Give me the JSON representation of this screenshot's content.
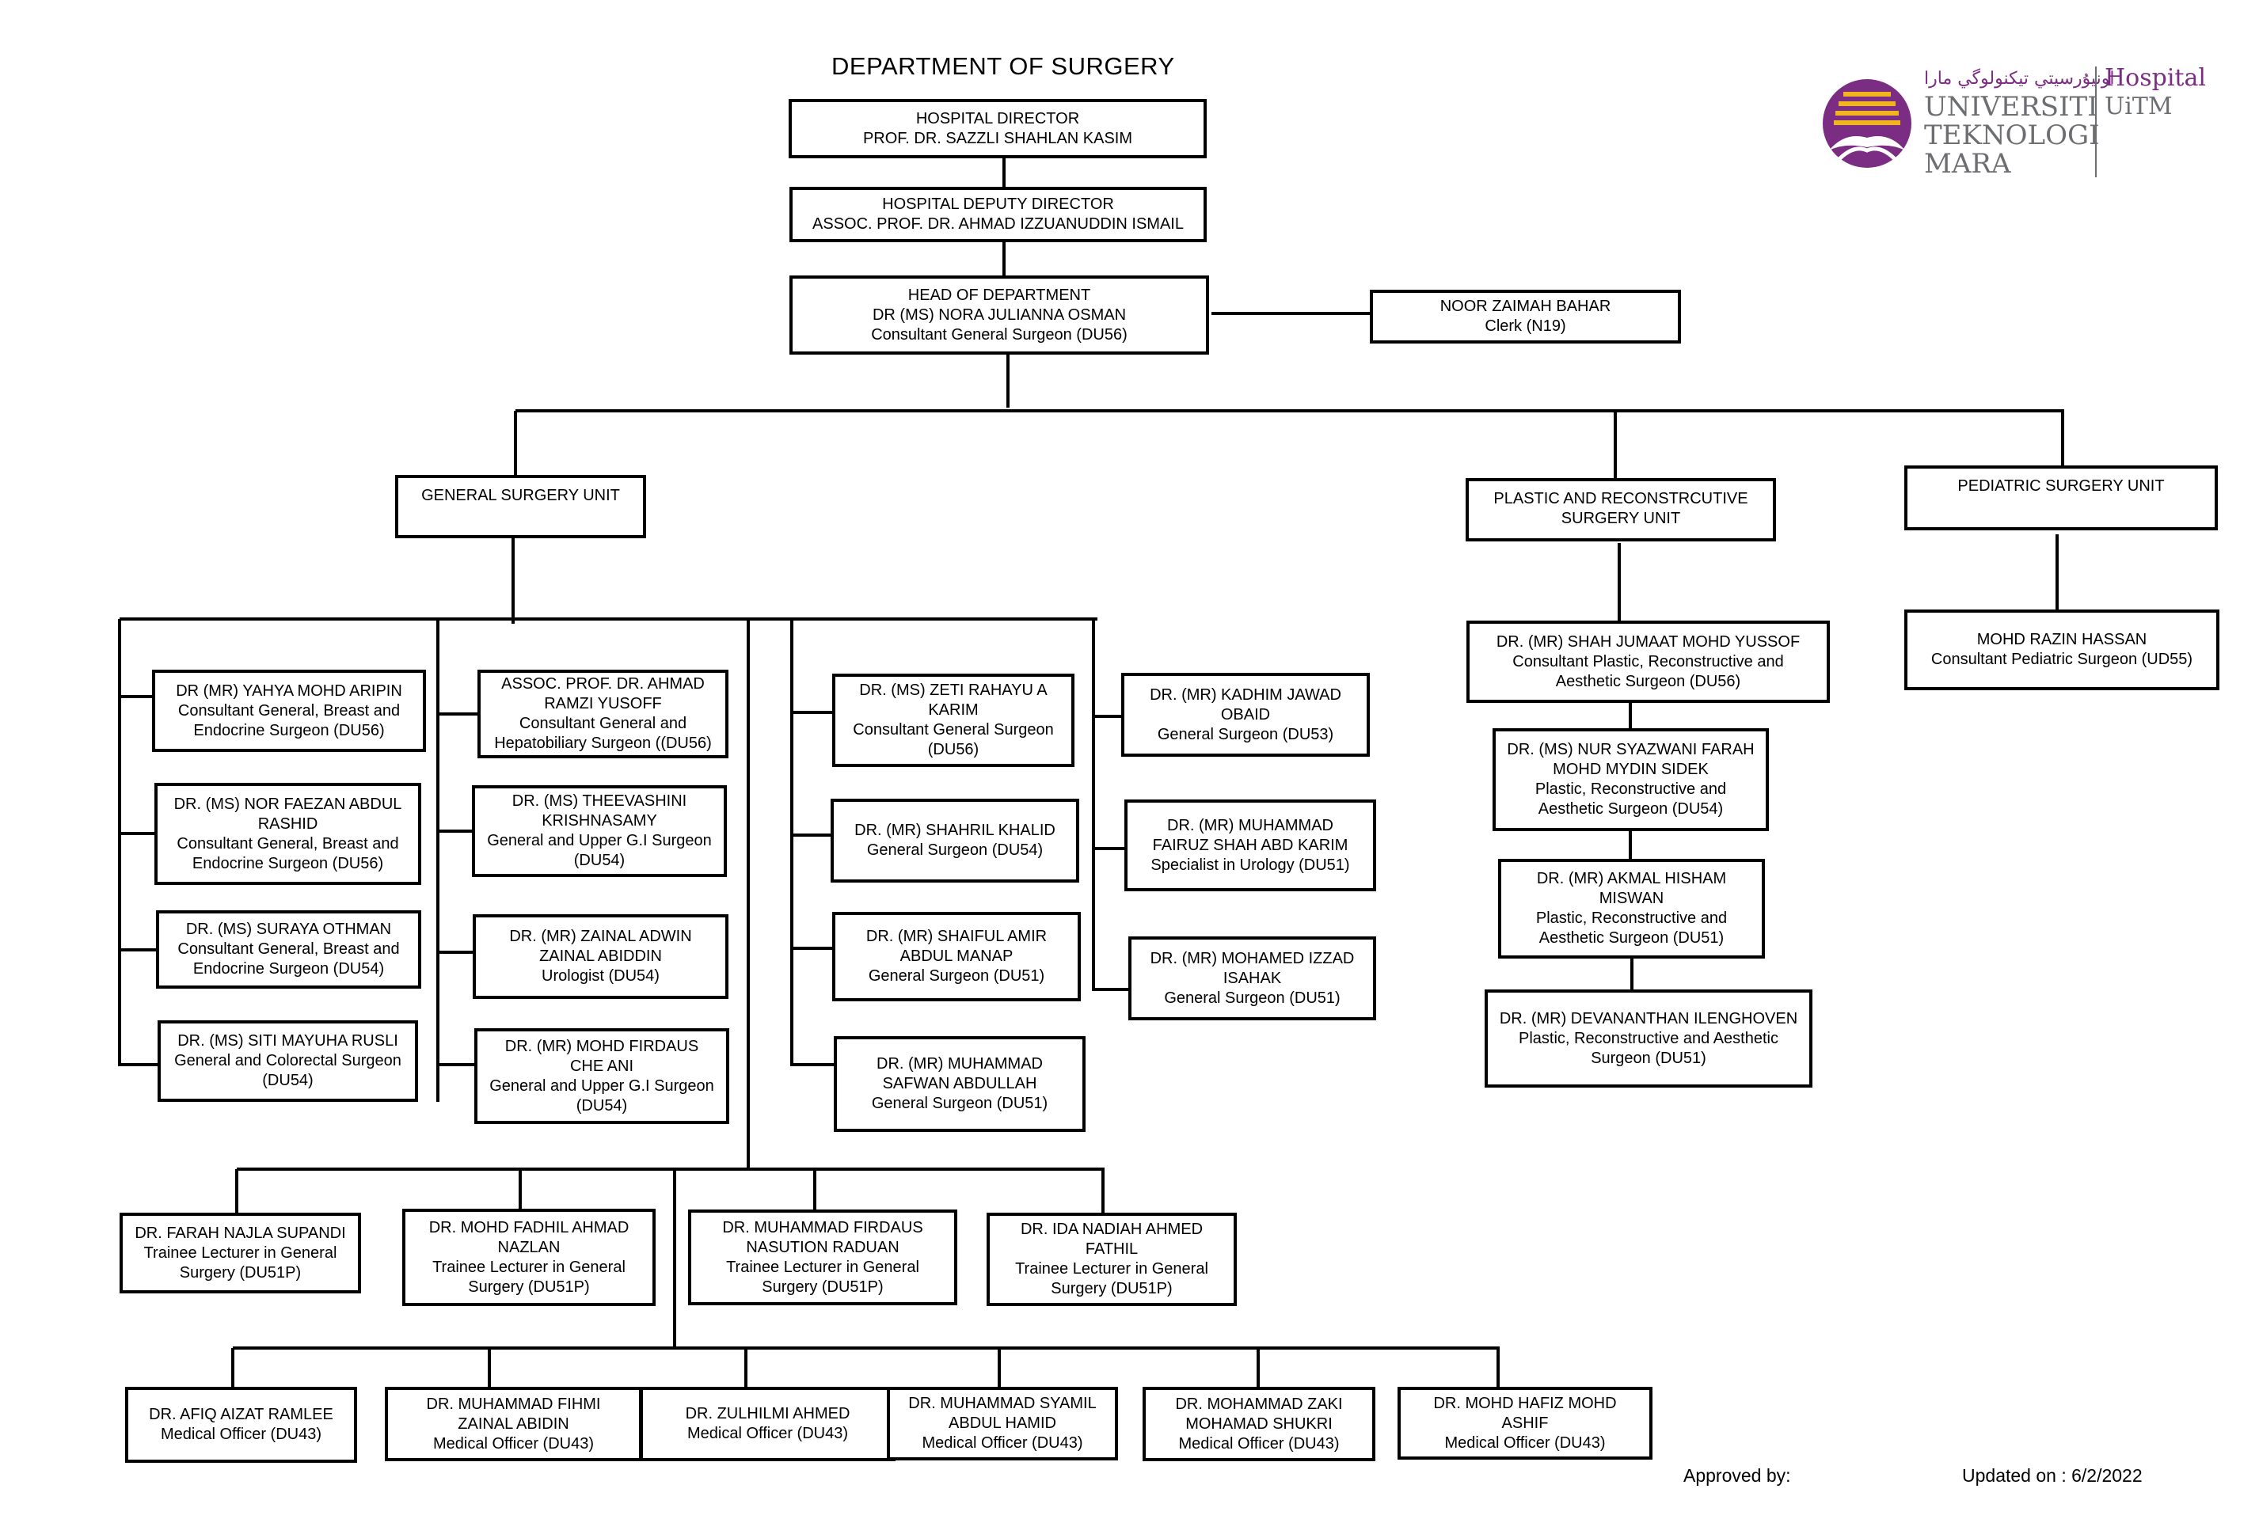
{
  "title": "DEPARTMENT OF SURGERY",
  "logo": {
    "university_line1": "UNIVERSITI",
    "university_line2": "TEKNOLOGI",
    "university_line3": "MARA",
    "hospital_line1": "Hospital",
    "hospital_line2": "UiTM",
    "colors": {
      "purple": "#7b2d83",
      "gold": "#f2b51f",
      "text": "#6d6e71"
    }
  },
  "top": [
    {
      "lines": [
        "HOSPITAL DIRECTOR",
        "PROF. DR. SAZZLI SHAHLAN KASIM"
      ]
    },
    {
      "lines": [
        "HOSPITAL DEPUTY DIRECTOR",
        "ASSOC. PROF. DR. AHMAD IZZUANUDDIN ISMAIL"
      ]
    },
    {
      "lines": [
        "HEAD OF DEPARTMENT",
        "DR (MS) NORA JULIANNA OSMAN",
        "Consultant General Surgeon (DU56)"
      ]
    },
    {
      "lines": [
        "NOOR ZAIMAH BAHAR",
        "Clerk (N19)"
      ]
    }
  ],
  "units": [
    {
      "lines": [
        "GENERAL SURGERY UNIT"
      ]
    },
    {
      "lines": [
        "PLASTIC AND RECONSTRCUTIVE",
        "SURGERY UNIT"
      ]
    },
    {
      "lines": [
        "PEDIATRIC SURGERY UNIT"
      ]
    }
  ],
  "general_surgery": [
    {
      "lines": [
        "DR (MR) YAHYA MOHD ARIPIN",
        "Consultant General, Breast and",
        "Endocrine Surgeon (DU56)"
      ]
    },
    {
      "lines": [
        "DR. (MS) NOR FAEZAN ABDUL",
        "RASHID",
        "Consultant General, Breast and",
        "Endocrine Surgeon (DU56)"
      ]
    },
    {
      "lines": [
        "DR. (MS) SURAYA OTHMAN",
        "Consultant General, Breast and",
        "Endocrine Surgeon (DU54)"
      ]
    },
    {
      "lines": [
        "DR. (MS) SITI MAYUHA RUSLI",
        "General and Colorectal Surgeon",
        "(DU54)"
      ]
    },
    {
      "lines": [
        "ASSOC. PROF. DR. AHMAD",
        "RAMZI YUSOFF",
        "Consultant General and",
        "Hepatobiliary Surgeon ((DU56)"
      ]
    },
    {
      "lines": [
        "DR. (MS) THEEVASHINI",
        "KRISHNASAMY",
        "General and Upper G.I Surgeon",
        "(DU54)"
      ]
    },
    {
      "lines": [
        "DR. (MR) ZAINAL ADWIN",
        "ZAINAL ABIDDIN",
        "Urologist (DU54)"
      ]
    },
    {
      "lines": [
        "DR. (MR) MOHD FIRDAUS",
        "CHE ANI",
        "General and Upper G.I Surgeon",
        "(DU54)"
      ]
    },
    {
      "lines": [
        "DR. (MS) ZETI RAHAYU A",
        "KARIM",
        "Consultant General Surgeon",
        "(DU56)"
      ]
    },
    {
      "lines": [
        "DR. (MR) SHAHRIL KHALID",
        "General Surgeon (DU54)"
      ]
    },
    {
      "lines": [
        "DR. (MR) SHAIFUL AMIR",
        "ABDUL MANAP",
        "General Surgeon (DU51)"
      ]
    },
    {
      "lines": [
        "DR. (MR) MUHAMMAD",
        "SAFWAN ABDULLAH",
        "General Surgeon (DU51)"
      ]
    },
    {
      "lines": [
        "DR. (MR) KADHIM JAWAD",
        "OBAID",
        "General Surgeon (DU53)"
      ]
    },
    {
      "lines": [
        "DR. (MR) MUHAMMAD",
        "FAIRUZ SHAH ABD KARIM",
        "Specialist in Urology (DU51)"
      ]
    },
    {
      "lines": [
        "DR. (MR) MOHAMED IZZAD",
        "ISAHAK",
        "General Surgeon (DU51)"
      ]
    }
  ],
  "trainees": [
    {
      "lines": [
        "DR. FARAH NAJLA SUPANDI",
        "Trainee Lecturer in General",
        "Surgery (DU51P)"
      ]
    },
    {
      "lines": [
        "DR. MOHD FADHIL AHMAD",
        "NAZLAN",
        "Trainee Lecturer in General",
        "Surgery (DU51P)"
      ]
    },
    {
      "lines": [
        "DR. MUHAMMAD FIRDAUS",
        "NASUTION RADUAN",
        "Trainee Lecturer in General",
        "Surgery (DU51P)"
      ]
    },
    {
      "lines": [
        "DR. IDA NADIAH AHMED",
        "FATHIL",
        "Trainee Lecturer in General",
        "Surgery (DU51P)"
      ]
    }
  ],
  "medical_officers": [
    {
      "lines": [
        "DR. AFIQ AIZAT RAMLEE",
        "Medical Officer (DU43)"
      ]
    },
    {
      "lines": [
        "DR. MUHAMMAD FIHMI",
        "ZAINAL ABIDIN",
        "Medical Officer (DU43)"
      ]
    },
    {
      "lines": [
        "DR. ZULHILMI AHMED",
        "Medical Officer (DU43)"
      ]
    },
    {
      "lines": [
        "DR. MUHAMMAD SYAMIL",
        "ABDUL HAMID",
        "Medical Officer (DU43)"
      ]
    },
    {
      "lines": [
        "DR. MOHAMMAD ZAKI",
        "MOHAMAD SHUKRI",
        "Medical Officer (DU43)"
      ]
    },
    {
      "lines": [
        "DR. MOHD HAFIZ MOHD",
        "ASHIF",
        "Medical Officer (DU43)"
      ]
    }
  ],
  "plastic_surgery": [
    {
      "lines": [
        "DR. (MR) SHAH JUMAAT MOHD YUSSOF",
        "Consultant Plastic, Reconstructive and",
        "Aesthetic Surgeon (DU56)"
      ]
    },
    {
      "lines": [
        "DR. (MS) NUR SYAZWANI FARAH",
        "MOHD MYDIN SIDEK",
        "Plastic, Reconstructive and",
        "Aesthetic Surgeon (DU54)"
      ]
    },
    {
      "lines": [
        "DR. (MR) AKMAL HISHAM MISWAN",
        "Plastic, Reconstructive and",
        "Aesthetic Surgeon (DU51)"
      ]
    },
    {
      "lines": [
        "DR. (MR) DEVANANTHAN ILENGHOVEN",
        "Plastic, Reconstructive and Aesthetic",
        "Surgeon (DU51)"
      ]
    }
  ],
  "pediatric_surgery": [
    {
      "lines": [
        "MOHD RAZIN HASSAN",
        "Consultant Pediatric Surgeon (UD55)"
      ]
    }
  ],
  "footer": {
    "approved_label": "Approved by:",
    "updated_label": "Updated on : 6/2/2022"
  }
}
